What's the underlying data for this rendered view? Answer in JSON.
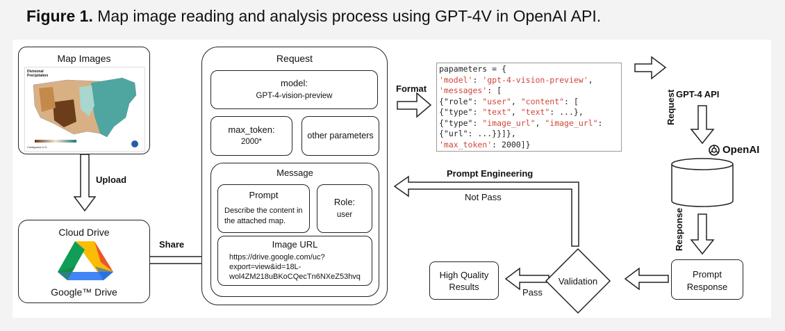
{
  "figure": {
    "label": "Figure 1.",
    "caption": "Map image reading and analysis process using GPT-4V in OpenAI API."
  },
  "map_box": {
    "title": "Map Images",
    "map_title": "Divisional Precipitation",
    "map_footer": "Contiguous U.S."
  },
  "upload_label": "Upload",
  "cloud_box": {
    "title": "Cloud Drive",
    "drive_label": "Google™ Drive"
  },
  "share_label": "Share",
  "request": {
    "title": "Request",
    "model_label": "model:",
    "model_value": "GPT-4-vision-preview",
    "max_token_label": "max_token:",
    "max_token_value": "2000*",
    "other_params": "other parameters",
    "message_title": "Message",
    "prompt_title": "Prompt",
    "prompt_text_1": "Describe the content in",
    "prompt_text_2": "the attached map.",
    "role_label": "Role:",
    "role_value": "user",
    "image_url_title": "Image URL",
    "image_url_1": "https://drive.google.com/uc?",
    "image_url_2": "export=view&id=18L-",
    "image_url_3": "wol4ZM218uBKoCQecTn6NXeZ53hvq"
  },
  "format_label": "Format",
  "code": {
    "l1": "papameters = {",
    "l2a": "'model'",
    "l2b": ": ",
    "l2c": "'gpt-4-vision-preview'",
    "l2d": ",",
    "l3a": "'messages'",
    "l3b": ": [",
    "l4a": "{\"role\"",
    "l4b": ": ",
    "l4c": "\"user\"",
    "l4d": ", ",
    "l4e": "\"content\"",
    "l4f": ": [",
    "l5a": "{\"type\"",
    "l5b": ": ",
    "l5c": "\"text\"",
    "l5d": ", ",
    "l5e": "\"text\"",
    "l5f": ": ...},",
    "l6a": "{\"type\"",
    "l6b": ": ",
    "l6c": "\"image_url\"",
    "l6d": ", ",
    "l6e": "\"image_url\"",
    "l6f": ":",
    "l7a": "{\"url\"",
    "l7b": ": ...}}]},",
    "l8a": "'max_token'",
    "l8b": ": 2000]}"
  },
  "gpt4_api_label": "GPT-4 API",
  "request_label": "Request",
  "openai_label": "OpenAI",
  "response_label": "Response",
  "prompt_response": {
    "line1": "Prompt",
    "line2": "Response"
  },
  "validation_label": "Validation",
  "prompt_engineering_label": "Prompt Engineering",
  "not_pass_label": "Not Pass",
  "pass_label": "Pass",
  "high_quality": {
    "line1": "High Quality",
    "line2": "Results"
  },
  "colors": {
    "code_key": "#d0453a",
    "stroke": "#222222"
  }
}
